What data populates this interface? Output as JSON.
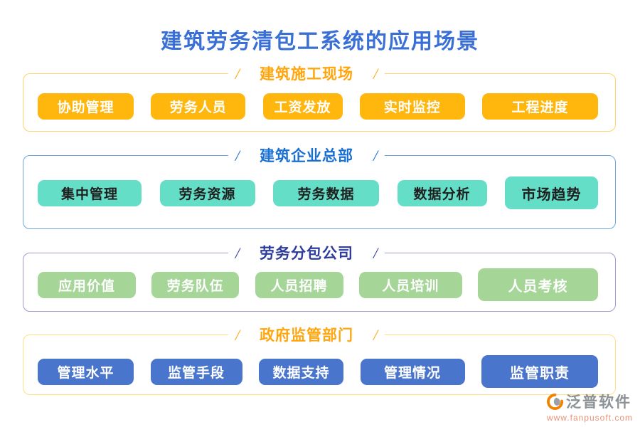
{
  "page": {
    "title": "建筑劳务清包工系统的应用场景",
    "title_color": "#3A70D6",
    "background": "#FFFFFF"
  },
  "decor": {
    "slash": "/"
  },
  "sections": [
    {
      "name": "construction-site",
      "label": "建筑施工现场",
      "colors": {
        "border": "#FFD36B",
        "header_text": "#FFA60F",
        "button_bg": "#FFB60D",
        "button_text": "#FFFFFF"
      },
      "buttons": [
        "协助管理",
        "劳务人员",
        "工资发放",
        "实时监控",
        "工程进度"
      ]
    },
    {
      "name": "enterprise-headquarters",
      "label": "建筑企业总部",
      "colors": {
        "border": "#6BA7DC",
        "header_text": "#1A6FD3",
        "button_bg": "#65DEC8",
        "button_text": "#1F1F1F"
      },
      "buttons": [
        "集中管理",
        "劳务资源",
        "劳务数据",
        "数据分析",
        "市场趋势"
      ]
    },
    {
      "name": "labor-subcontractor",
      "label": "劳务分包公司",
      "colors": {
        "border": "#9B9BD0",
        "header_text": "#2E3C9E",
        "button_bg": "#A5D698",
        "button_text": "#FFFFFF"
      },
      "buttons": [
        "应用价值",
        "劳务队伍",
        "人员招聘",
        "人员培训",
        "人员考核"
      ]
    },
    {
      "name": "government-regulator",
      "label": "政府监管部门",
      "colors": {
        "border": "#FFDF86",
        "header_text": "#FFA60F",
        "button_bg": "#4A75CC",
        "button_text": "#FFFFFF"
      },
      "buttons": [
        "管理水平",
        "监管手段",
        "数据支持",
        "管理情况",
        "监管职责"
      ]
    }
  ],
  "watermark": {
    "brand": "泛普软件",
    "url": "www.fanpusoft.com",
    "brand_color": "#8C9296",
    "url_color": "#E99177",
    "logo_orange": "#F08300",
    "logo_gray": "#9AA0A6"
  }
}
